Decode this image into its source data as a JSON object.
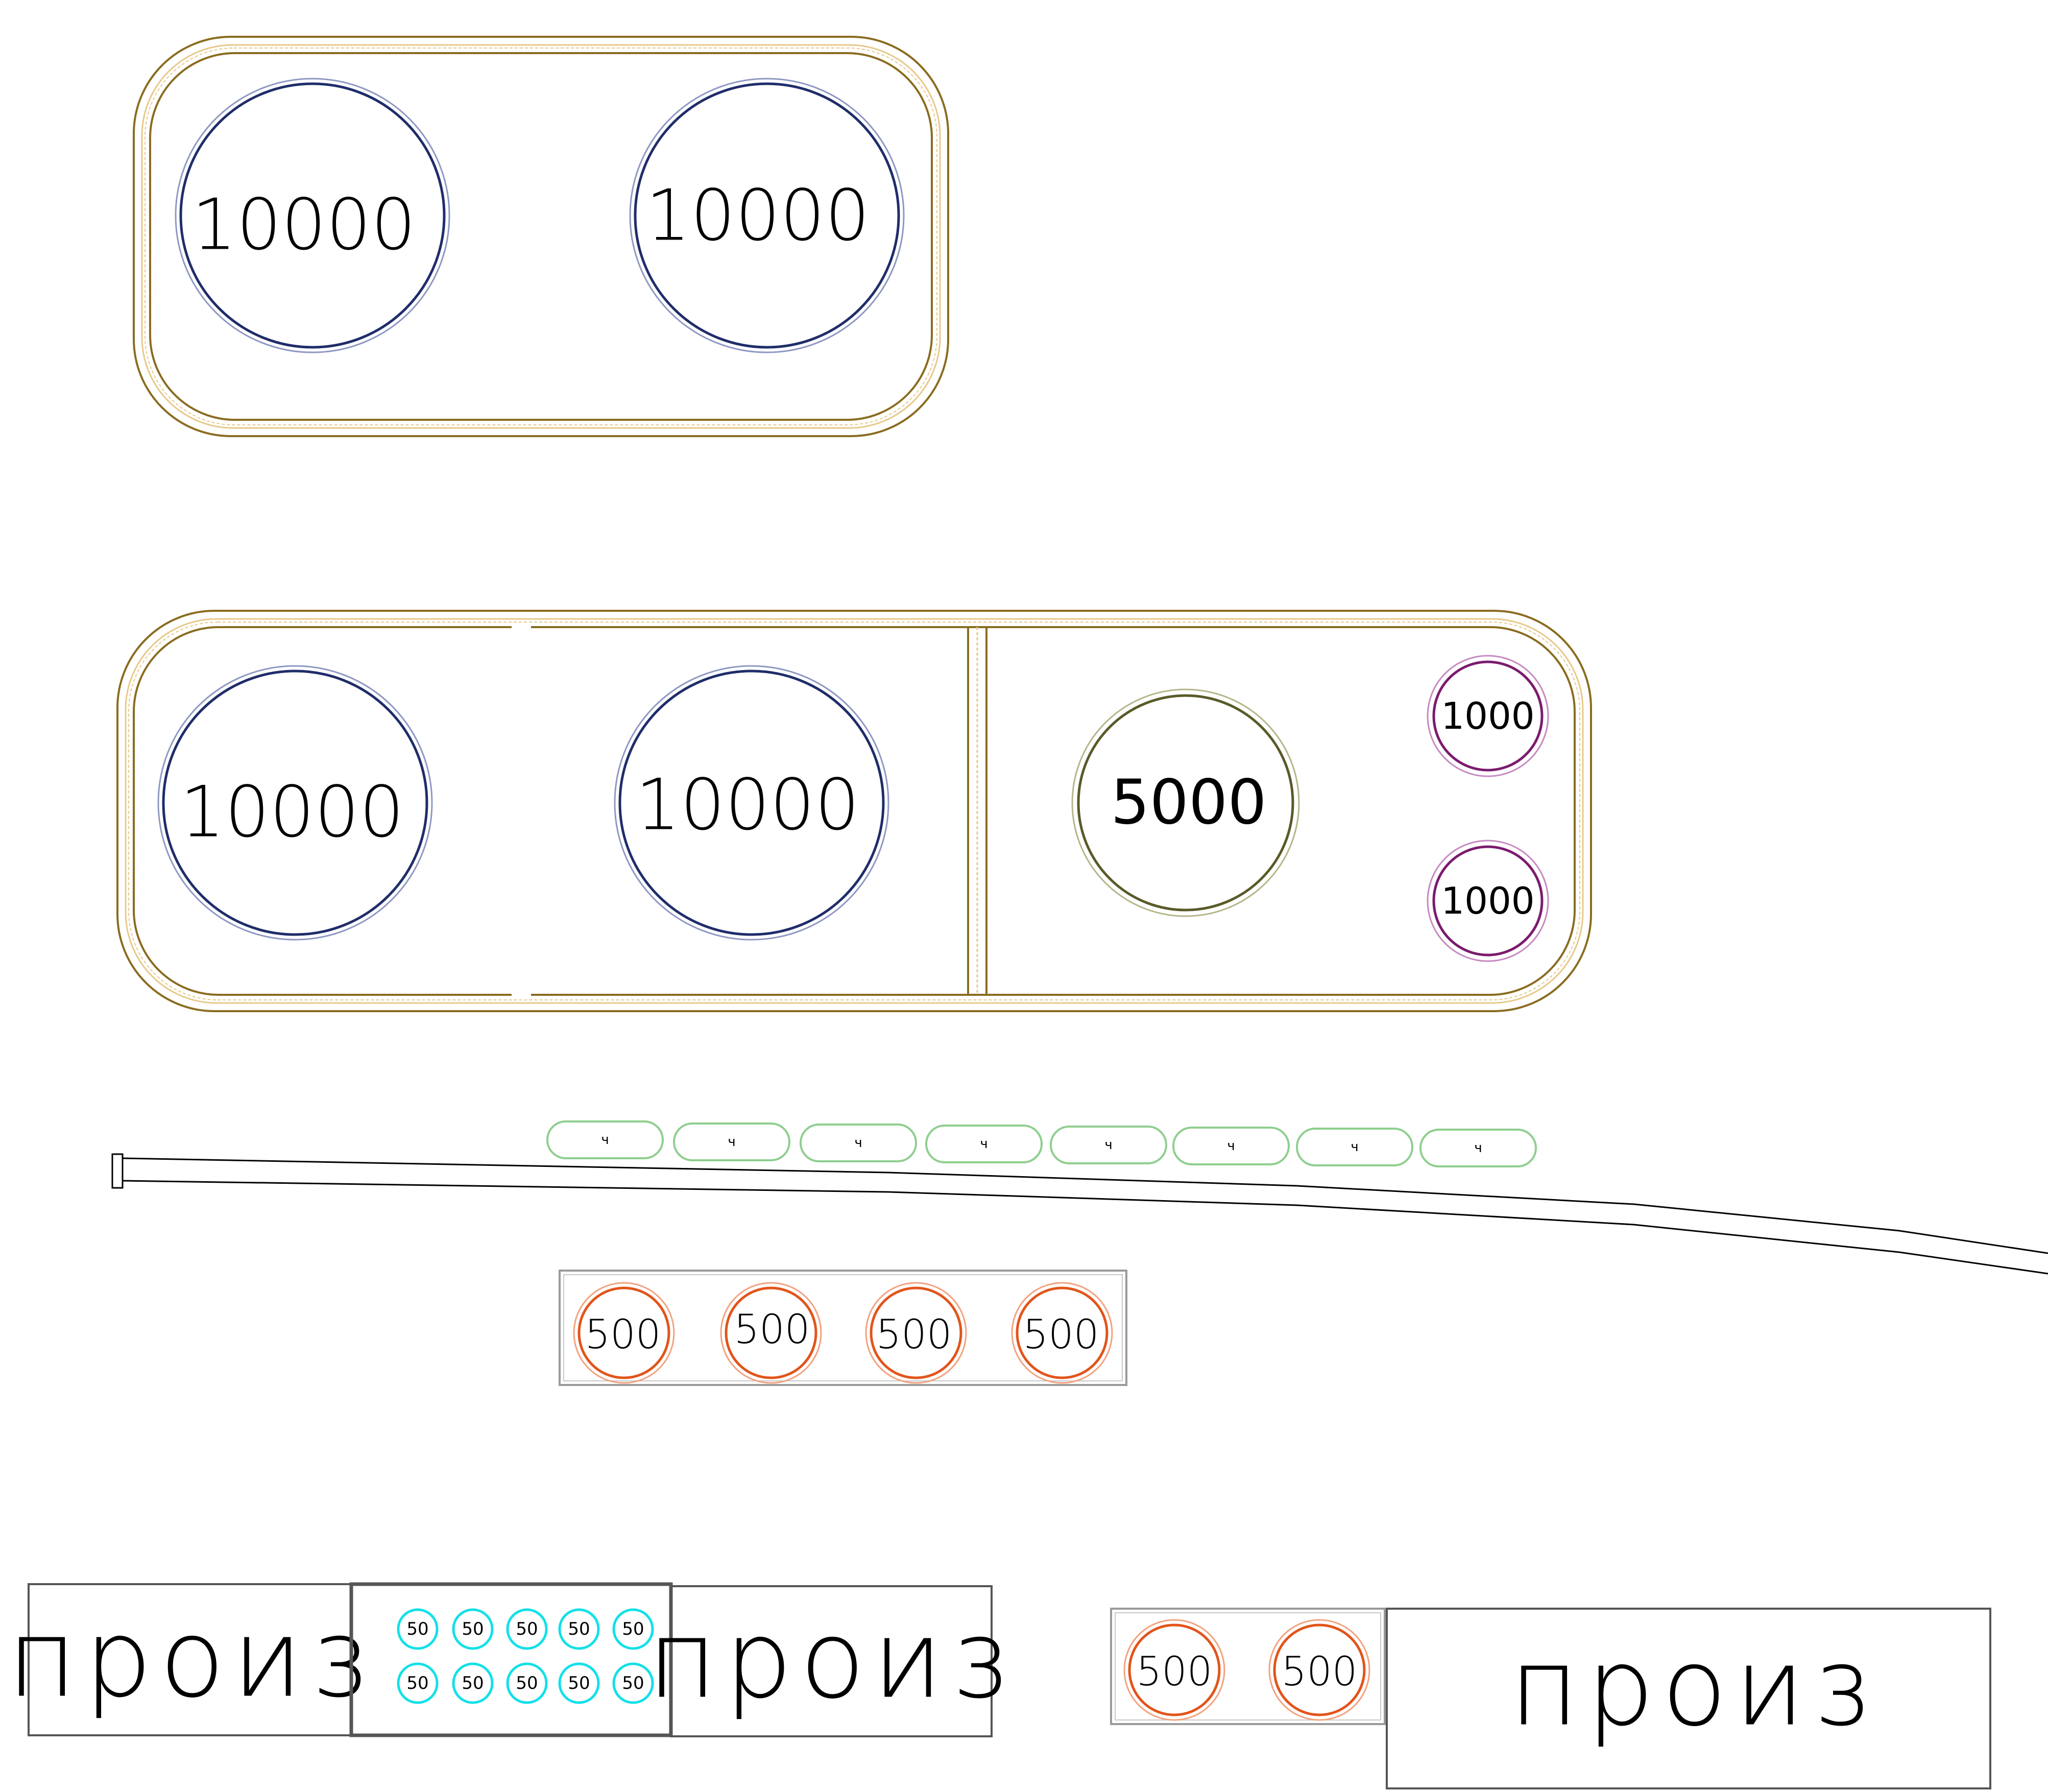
{
  "colors": {
    "frame": "#8a6c1f",
    "frame_inner": "#e7c98a",
    "blue_ring": "#1f2d6a",
    "blue_ring_outer": "#8f98c2",
    "olive_ring": "#5a5a2a",
    "olive_ring_outer": "#b5b58a",
    "purple_ring": "#7b1b6e",
    "purple_ring_outer": "#c58ac0",
    "orange_ring": "#e2541a",
    "orange_ring_outer": "#f2a27f",
    "cyan_ring": "#12e0e8",
    "green_pill": "#8fce8f",
    "grey_box": "#9a9a9a",
    "line": "#000000"
  },
  "group_top": {
    "circles": [
      {
        "label": "10000"
      },
      {
        "label": "10000"
      }
    ]
  },
  "group_middle": {
    "left_section": [
      {
        "label": "10000"
      },
      {
        "label": "10000"
      }
    ],
    "right_section": {
      "big": {
        "label": "5000"
      },
      "small": [
        {
          "label": "1000"
        },
        {
          "label": "1000"
        }
      ]
    }
  },
  "pills": {
    "labels": [
      "ч",
      "ч",
      "ч",
      "ч",
      "ч",
      "ч",
      "ч",
      "ч"
    ]
  },
  "row_500": {
    "labels": [
      "500",
      "500",
      "500",
      "500"
    ]
  },
  "bottom_left": {
    "box1_text": "произ",
    "grid_50": [
      "50",
      "50",
      "50",
      "50",
      "50",
      "50",
      "50",
      "50",
      "50",
      "50"
    ],
    "box3_text": "произ"
  },
  "bottom_right": {
    "labels_500": [
      "500",
      "500"
    ],
    "box_text": "произ"
  }
}
